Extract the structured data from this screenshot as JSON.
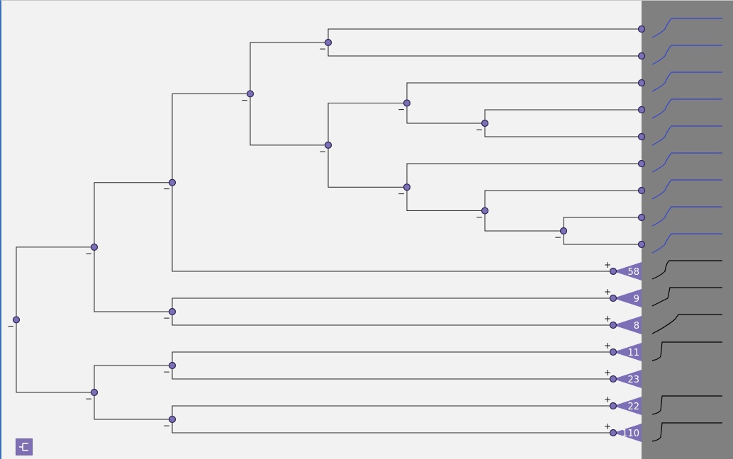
{
  "colors": {
    "background": "#f2f2f2",
    "panel": "#808080",
    "node_fill": "#7b6fb5",
    "node_stroke": "#2a2350",
    "edge": "#222222",
    "collapsed_fill": "#7d6fb5",
    "leaf_curve": "#3344cc",
    "collapsed_curve": "#000000"
  },
  "tree": {
    "toggle": "−",
    "children": [
      {
        "toggle": "−",
        "children": [
          {
            "toggle": "−",
            "children": [
              {
                "toggle": "−",
                "children": [
                  {
                    "toggle": "−",
                    "children": [
                      {
                        "leaf": true
                      },
                      {
                        "leaf": true
                      }
                    ]
                  },
                  {
                    "toggle": "−",
                    "children": [
                      {
                        "toggle": "−",
                        "children": [
                          {
                            "leaf": true
                          },
                          {
                            "toggle": "−",
                            "children": [
                              {
                                "leaf": true
                              },
                              {
                                "leaf": true
                              }
                            ]
                          }
                        ]
                      },
                      {
                        "toggle": "−",
                        "children": [
                          {
                            "leaf": true
                          },
                          {
                            "toggle": "−",
                            "children": [
                              {
                                "leaf": true
                              },
                              {
                                "toggle": "−",
                                "children": [
                                  {
                                    "leaf": true
                                  },
                                  {
                                    "leaf": true
                                  }
                                ]
                              }
                            ]
                          }
                        ]
                      }
                    ]
                  }
                ]
              },
              {
                "collapsed": true,
                "count": "58",
                "toggle": "+"
              }
            ]
          },
          {
            "toggle": "−",
            "children": [
              {
                "collapsed": true,
                "count": "9",
                "toggle": "+"
              },
              {
                "collapsed": true,
                "count": "8",
                "toggle": "+"
              }
            ]
          }
        ]
      },
      {
        "toggle": "−",
        "children": [
          {
            "toggle": "−",
            "children": [
              {
                "collapsed": true,
                "count": "11",
                "toggle": "+"
              },
              {
                "collapsed": true,
                "count": "23",
                "toggle": "+"
              }
            ]
          },
          {
            "toggle": "−",
            "children": [
              {
                "collapsed": true,
                "count": "22",
                "toggle": "+"
              },
              {
                "collapsed": true,
                "count": "110",
                "toggle": "+"
              }
            ]
          }
        ]
      }
    ]
  },
  "leaf_curves": [
    {
      "style": "blue",
      "shape": "ramp"
    },
    {
      "style": "blue",
      "shape": "ramp"
    },
    {
      "style": "blue",
      "shape": "ramp"
    },
    {
      "style": "blue",
      "shape": "ramp"
    },
    {
      "style": "blue",
      "shape": "ramp"
    },
    {
      "style": "blue",
      "shape": "ramp"
    },
    {
      "style": "blue",
      "shape": "ramp"
    },
    {
      "style": "blue",
      "shape": "ramp"
    },
    {
      "style": "blue",
      "shape": "ramp"
    },
    {
      "style": "black",
      "shape": "step-early"
    },
    {
      "style": "black",
      "shape": "step-mid"
    },
    {
      "style": "black",
      "shape": "ramp-late"
    },
    {
      "style": "black",
      "shape": "step-sharp"
    },
    {
      "style": "none",
      "shape": "none"
    },
    {
      "style": "black",
      "shape": "step-sharp"
    },
    {
      "style": "black",
      "shape": "step-sharp"
    }
  ],
  "controls": {
    "collapse_icon": "collapse-tree-icon"
  }
}
